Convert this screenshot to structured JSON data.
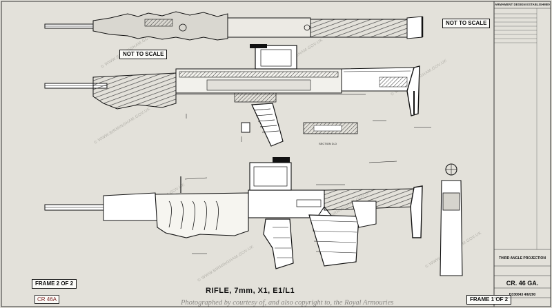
{
  "labels": {
    "not_to_scale": "NOT TO SCALE",
    "frame_2": "FRAME 2 OF 2",
    "frame_1": "FRAME 1 OF 2",
    "title": "RIFLE, 7mm, X1, E1/L1",
    "handwritten_ref": "CR 46A",
    "credit": "Photographed by courtesy of, and also copyright to, the Royal Armouries"
  },
  "title_block": {
    "header": "ARMAMENT DESIGN ESTABLISHMENT",
    "projection": "THIRD ANGLE PROJECTION",
    "drawing_no": "CR. 46 GA.",
    "number": "D330043 4/6/290"
  },
  "watermark": "© WWW.BIRMINGHAM.GOV.UK",
  "colors": {
    "paper": "#e3e1da",
    "ink": "#111111",
    "hatch": "#3a3a3a",
    "stamp_red": "#7a1f1f"
  }
}
